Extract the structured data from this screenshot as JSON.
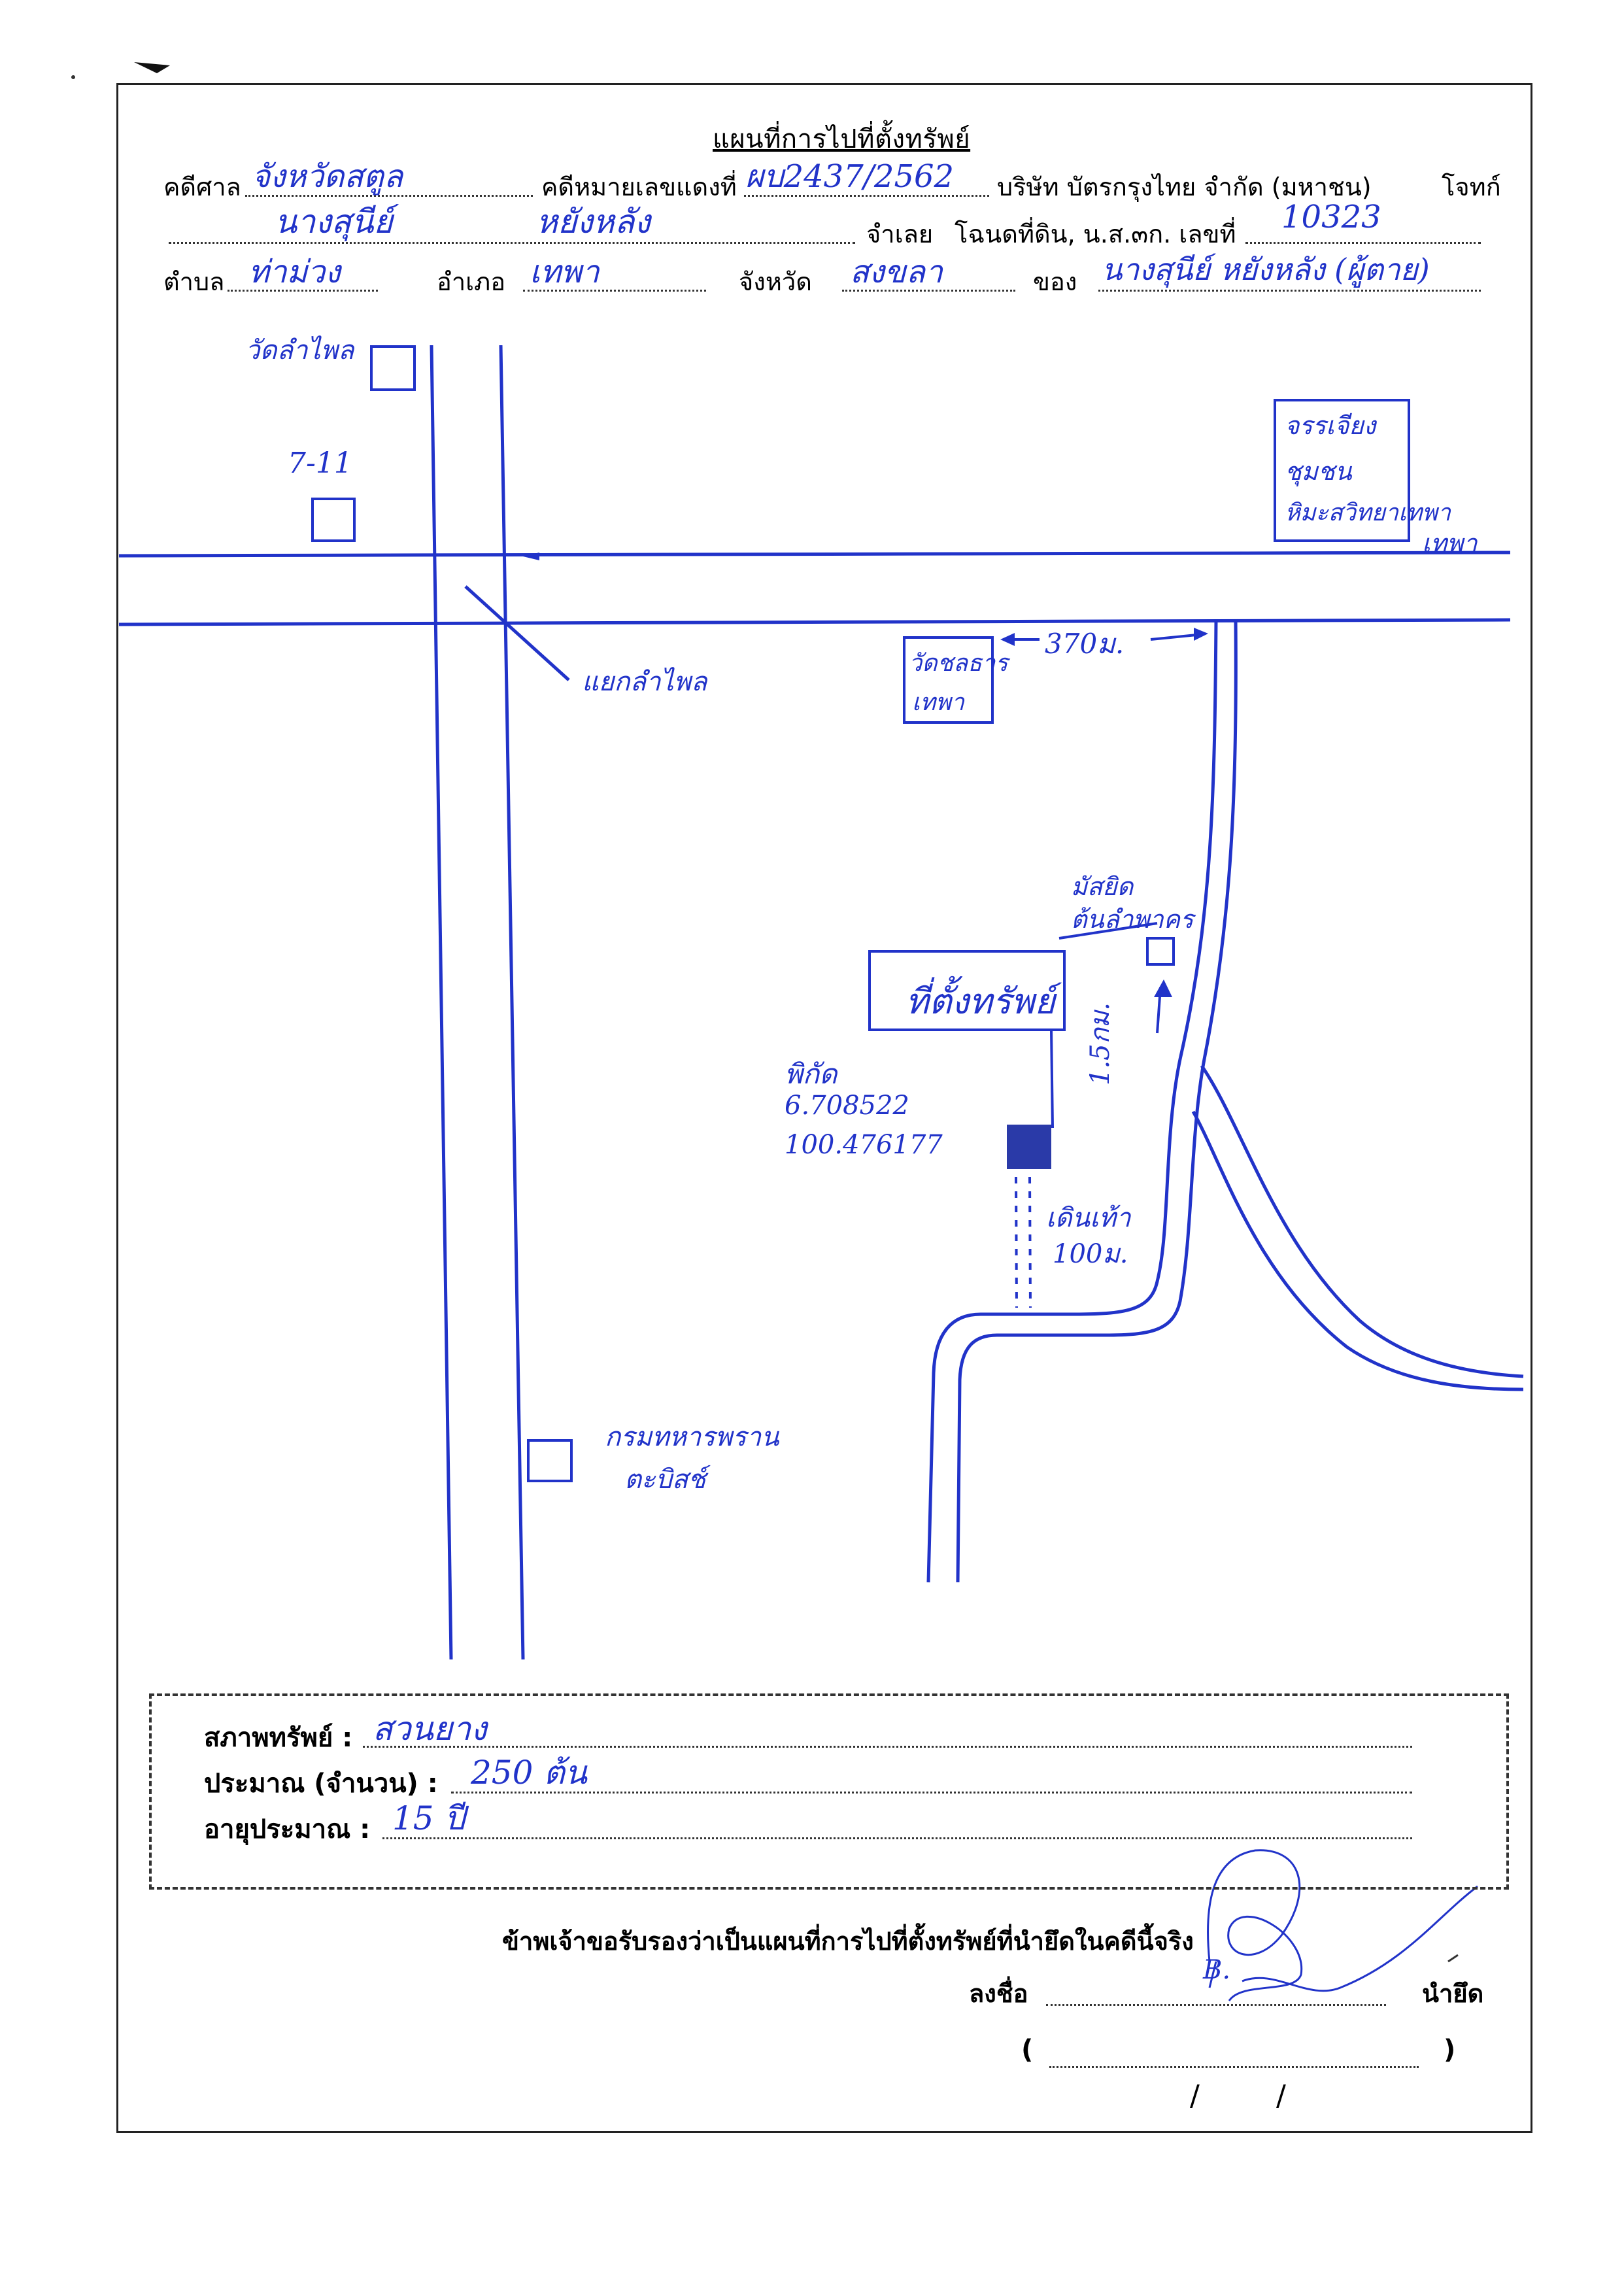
{
  "title": "แผนที่การไปที่ตั้งทรัพย์",
  "header": {
    "court_label": "คดีศาล",
    "court_value": "จังหวัดสตูล",
    "case_no_label": "คดีหมายเลขแดงที่",
    "case_no_value": "ผบ2437/2562",
    "plaintiff": "บริษัท บัตรกรุงไทย จำกัด (มหาชน)",
    "plaintiff_label": "โจทก์",
    "defendant_value_first": "นางสุนีย์",
    "defendant_value_last": "หยังหลัง",
    "defendant_label": "จำเลย",
    "deed_label": "โฉนดที่ดิน, น.ส.๓ก. เลขที่",
    "deed_value": "10323",
    "subdistrict_label": "ตำบล",
    "subdistrict_value": "ท่าม่วง",
    "district_label": "อำเภอ",
    "district_value": "เทพา",
    "province_label": "จังหวัด",
    "province_value": "สงขลา",
    "owner_label": "ของ",
    "owner_value": "นางสุนีย์ หยังหลัง (ผู้ตาย)"
  },
  "map_labels": {
    "temple_top": "วัดลำไพล",
    "seven_eleven": "7-11",
    "school_box": [
      "จรรเจียง",
      "ชุมชน",
      "หิมะสวิทยาเทพา"
    ],
    "tepa_under_box": "เทพา",
    "junction": "แยกลำไพล",
    "temple_mid": [
      "วัดชลธาร",
      "เทพา"
    ],
    "distance_370": "370ม.",
    "mosque": [
      "มัสยิด",
      "ต้นลำพาคร"
    ],
    "property_box": "ที่ตั้งทรัพย์",
    "coords": [
      "พิกัด",
      "6.708522",
      "100.476177"
    ],
    "distance_1_5": "1.5กม.",
    "walk": [
      "เดินเท้า",
      "100ม."
    ],
    "police": [
      "กรมทหารพราน",
      "ตะบิสช์"
    ]
  },
  "condition": {
    "type_label": "สภาพทรัพย์ :",
    "type_value": "สวนยาง",
    "quantity_label": "ประมาณ (จำนวน) :",
    "quantity_value": "250 ต้น",
    "age_label": "อายุประมาณ :",
    "age_value": "15 ปี"
  },
  "certify_text": "ข้าพเจ้าขอรับรองว่าเป็นแผนที่การไปที่ตั้งทรัพย์ที่นำยึดในคดีนี้จริง",
  "sign_label": "ลงชื่อ",
  "seizer_label": "นำยึด",
  "signature_text": "B.",
  "paren_open": "(",
  "paren_close": ")",
  "date_slashes": [
    "/",
    "/"
  ],
  "colors": {
    "ink": "#2133c9",
    "print": "#000000"
  }
}
